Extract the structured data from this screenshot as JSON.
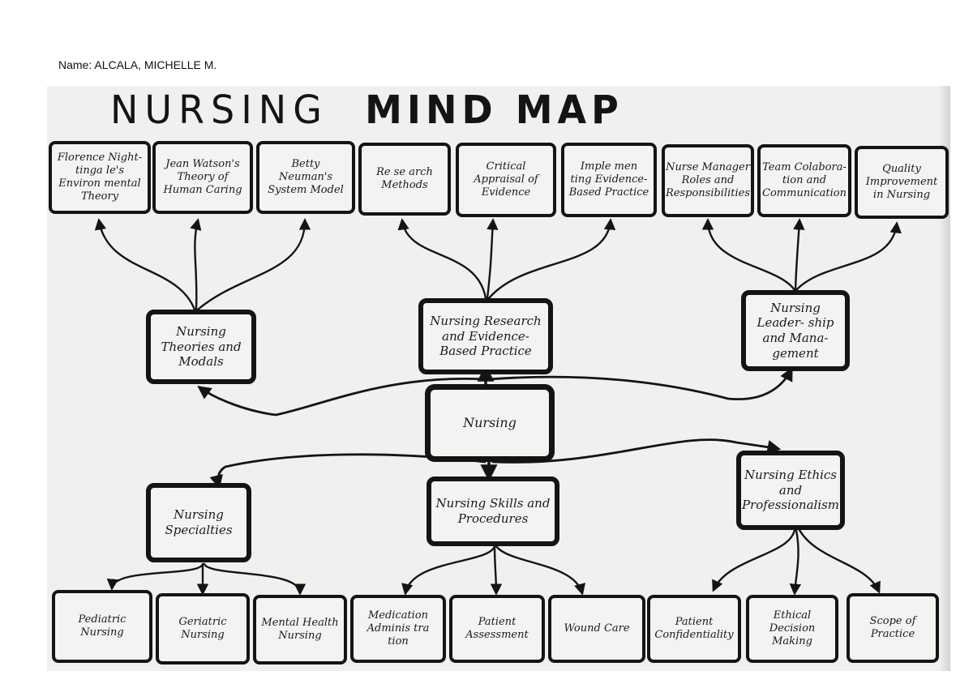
{
  "header": {
    "name": "Name: ALCALA, MICHELLE M."
  },
  "title": {
    "part1": "NURSING",
    "part2": "MIND MAP"
  },
  "center": {
    "label": "Nursing"
  },
  "hubs": {
    "theories": "Nursing Theories and Modals",
    "research": "Nursing Research and Evidence-Based Practice",
    "leadership": "Nursing Leader- ship and Mana- gement",
    "specialties": "Nursing Specialties",
    "skills": "Nursing Skills and Procedures",
    "ethics": "Nursing Ethics and Professionalism"
  },
  "top_nodes": [
    "Florence Night- tinga le's Environ mental Theory",
    "Jean Watson's Theory of Human Caring",
    "Betty Neuman's System Model",
    "Re se arch Methods",
    "Critical Appraisal of Evidence",
    "Imple men ting Evidence-Based Practice",
    "Nurse Manager Roles and Responsibilities",
    "Team Colabora- tion and Communication",
    "Quality Improvement in Nursing"
  ],
  "bottom_nodes": [
    "Pediatric Nursing",
    "Geriatric Nursing",
    "Mental Health Nursing",
    "Medication Adminis tra tion",
    "Patient Assessment",
    "Wound Care",
    "Patient Confidentiality",
    "Ethical Decision Making",
    "Scope of Practice"
  ]
}
